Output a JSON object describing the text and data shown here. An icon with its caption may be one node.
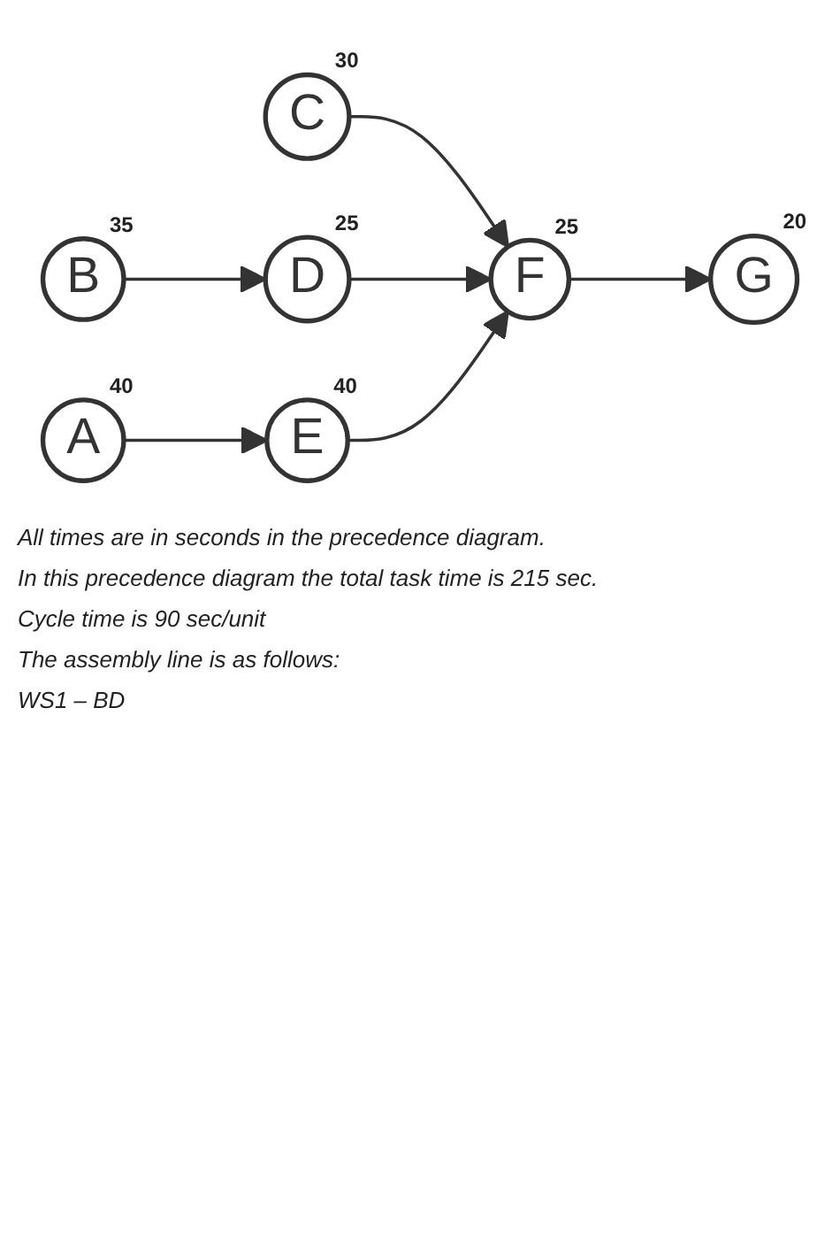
{
  "diagram": {
    "nodes": [
      {
        "text": [
          "A"
        ],
        "beside": [
          "40"
        ]
      },
      {
        "text": [
          "B"
        ],
        "beside": [
          "35"
        ]
      },
      {
        "text": [
          "C"
        ],
        "beside": [
          "30"
        ]
      },
      {
        "text": [
          "D"
        ],
        "beside": [
          "25"
        ]
      },
      {
        "text": [
          "E"
        ],
        "beside": [
          "40"
        ]
      },
      {
        "text": [
          "F"
        ],
        "beside": [
          "25"
        ]
      },
      {
        "text": [
          "G"
        ],
        "beside": [
          "20"
        ]
      }
    ],
    "edges": [
      {
        "from": 0,
        "to": 4,
        "arrow": "to"
      },
      {
        "from": 1,
        "to": 3,
        "arrow": "to"
      },
      {
        "from": 2,
        "to": 5,
        "arrow": "to"
      },
      {
        "from": 3,
        "to": 5,
        "arrow": "to"
      },
      {
        "from": 4,
        "to": 5,
        "arrow": "to"
      },
      {
        "from": 5,
        "to": 6,
        "arrow": "to"
      }
    ],
    "labels": [
      "All times are in seconds in the precedence diagram.",
      "In this precedence diagram the total task time is 215 sec.",
      "Cycle time is 90 sec/unit",
      "The assembly line is as follows:",
      "WS1 – BD"
    ]
  }
}
